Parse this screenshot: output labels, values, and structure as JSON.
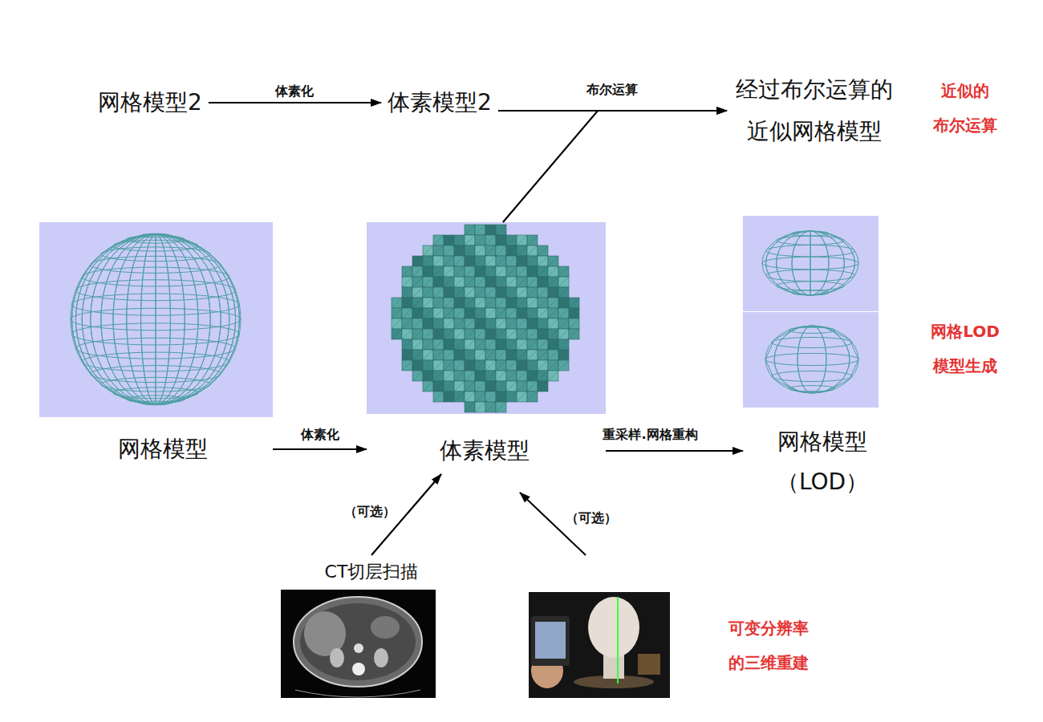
{
  "diagram": {
    "nodes": [
      {
        "text": [
          "网格模型2"
        ]
      },
      {
        "text": [
          "体素模型2"
        ]
      },
      {
        "text": [
          "经过布尔运算的 近似网格模型"
        ]
      },
      {
        "text": [
          "网格模型"
        ]
      },
      {
        "text": [
          "体素模型"
        ]
      },
      {
        "text": [
          "网格模型 （LOD）"
        ]
      },
      {
        "text": [
          "CT切层扫描"
        ]
      }
    ],
    "edges": [
      {
        "from": 0,
        "to": 1,
        "label": "体素化",
        "arrow": "to"
      },
      {
        "from": 1,
        "to": 2,
        "label": "布尔运算",
        "arrow": "to"
      },
      {
        "from": 4,
        "to": 2,
        "arrow": "to"
      },
      {
        "from": 3,
        "to": 4,
        "label": "体素化",
        "arrow": "to"
      },
      {
        "from": 4,
        "to": 5,
        "label": "重采样.网格重构",
        "arrow": "to"
      },
      {
        "from": 6,
        "to": 4,
        "label": "（可选）",
        "arrow": "to"
      }
    ],
    "labels": [
      "近似的 布尔运算",
      "网格LOD 模型生成",
      "（可选）",
      "可变分辨率 的三维重建"
    ]
  }
}
